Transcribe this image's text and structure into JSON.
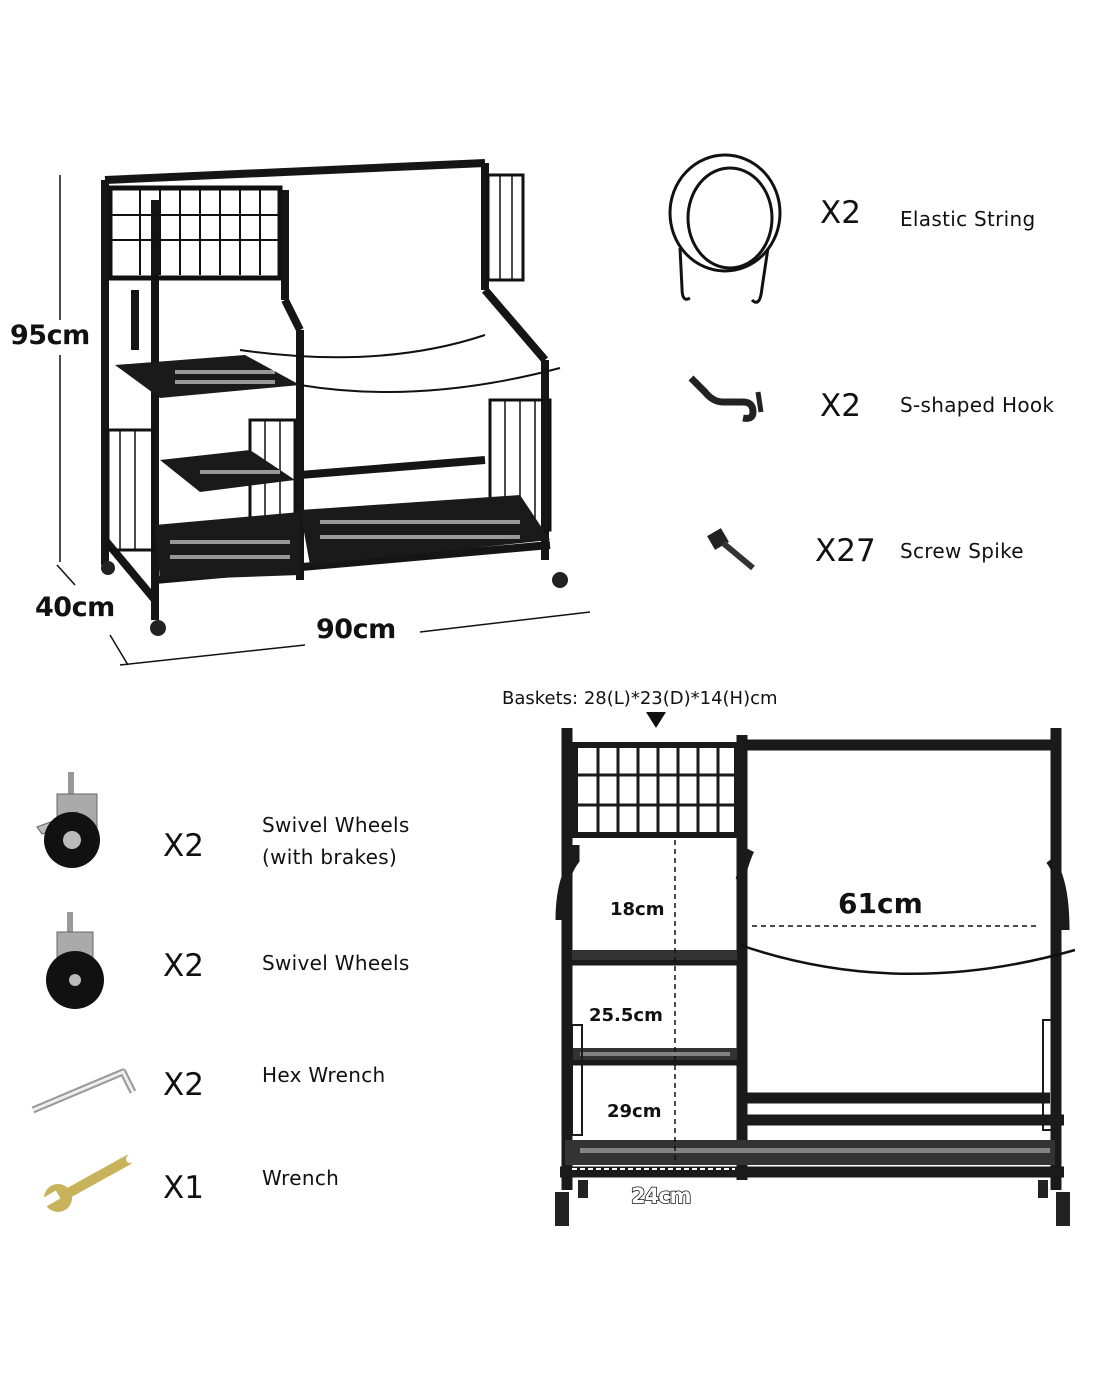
{
  "main_view": {
    "height_label": "95cm",
    "depth_label": "40cm",
    "width_label": "90cm"
  },
  "accessories_top": [
    {
      "icon": "elastic-string-icon",
      "qty": "X2",
      "name": "Elastic String"
    },
    {
      "icon": "s-hook-icon",
      "qty": "X2",
      "name": "S-shaped Hook"
    },
    {
      "icon": "screw-spike-icon",
      "qty": "X27",
      "name": "Screw Spike"
    }
  ],
  "accessories_bottom": [
    {
      "icon": "swivel-wheel-brake-icon",
      "qty": "X2",
      "name": "Swivel Wheels",
      "note": "(with brakes)"
    },
    {
      "icon": "swivel-wheel-icon",
      "qty": "X2",
      "name": "Swivel Wheels"
    },
    {
      "icon": "hex-wrench-icon",
      "qty": "X2",
      "name": "Hex Wrench"
    },
    {
      "icon": "wrench-icon",
      "qty": "X1",
      "name": "Wrench"
    }
  ],
  "front_view": {
    "basket_label": "Baskets: 28(L)*23(D)*14(H)cm",
    "shelf_gaps": [
      "18cm",
      "25.5cm",
      "29cm"
    ],
    "inner_width": "61cm",
    "shelf_depth": "24cm"
  }
}
